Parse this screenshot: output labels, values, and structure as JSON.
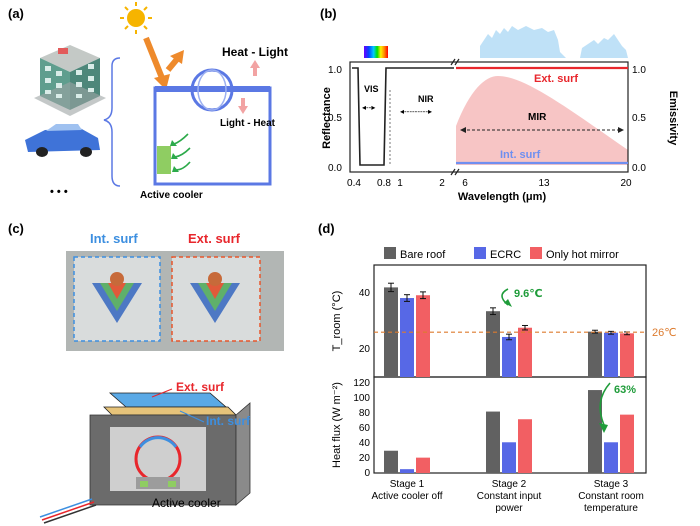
{
  "panel_labels": {
    "a": "(a)",
    "b": "(b)",
    "c": "(c)",
    "d": "(d)"
  },
  "panel_a": {
    "heat_light": "Heat - Light",
    "light_heat": "Light - Heat",
    "active_cooler": "Active cooler",
    "ellipsis": "• • •",
    "colors": {
      "sun": "#f6b400",
      "arrow": "#ee8a2c",
      "box": "#5b78e4",
      "cooler": "#8fcd62",
      "green_arrow": "#2caa4a",
      "pink_arrow": "#f2a3a3"
    }
  },
  "panel_b": {
    "ylabel_left": "Reflectance",
    "ylabel_right": "Emissivity",
    "xlabel": "Wavelength (μm)",
    "region_vis": "VIS",
    "region_nir": "NIR",
    "region_mir": "MIR",
    "ext_label": "Ext. surf",
    "int_label": "Int. surf",
    "colors": {
      "ext": "#e8262c",
      "int": "#6f8ff0",
      "mir_fill": "#f7c5c5",
      "atm": "#bfe1f7"
    }
  },
  "panel_c": {
    "photo_int": "Int. surf",
    "photo_ext": "Ext. surf",
    "diagram_ext": "Ext. surf",
    "diagram_int": "Int. surf",
    "diagram_cooler": "Active cooler",
    "colors": {
      "int": "#3d8fe0",
      "ext": "#e8262c"
    }
  },
  "chart_data": [
    {
      "type": "line",
      "xlabel": "Wavelength (μm)",
      "ylabel": "Reflectance",
      "y2label": "Emissivity",
      "x_ticks": [
        "0.4",
        "0.8",
        "1",
        "2",
        "6",
        "13",
        "20"
      ],
      "y_ticks": [
        "0.0",
        "0.5",
        "1.0"
      ],
      "y2_ticks": [
        "0.0",
        "0.5",
        "1.0"
      ],
      "series": [
        {
          "name": "Ext. surf",
          "x": [
            6,
            20
          ],
          "y": [
            1.0,
            1.0
          ]
        },
        {
          "name": "Int. surf",
          "x": [
            6,
            20
          ],
          "y": [
            0.0,
            0.0
          ]
        }
      ]
    },
    {
      "type": "bar",
      "ylabel": "T_room (°C)",
      "yticks": [
        "20",
        "40"
      ],
      "categories": [
        "Stage 1",
        "Stage 2",
        "Stage 3"
      ],
      "series": [
        {
          "name": "Bare roof",
          "values": [
            42.0,
            33.5,
            26.2
          ],
          "errors": [
            1.5,
            1.2,
            0.5
          ]
        },
        {
          "name": "ECRC",
          "values": [
            38.2,
            24.3,
            25.8
          ],
          "errors": [
            1.2,
            1.0,
            0.5
          ]
        },
        {
          "name": "Only hot mirror",
          "values": [
            39.2,
            27.6,
            25.6
          ],
          "errors": [
            1.2,
            0.8,
            0.5
          ]
        }
      ],
      "ylim": [
        10,
        50
      ],
      "reference_line": {
        "value": 26,
        "label": "26℃"
      },
      "annotation": "9.6℃"
    },
    {
      "type": "bar",
      "ylabel": "Heat flux (W m⁻²)",
      "yticks": [
        "0",
        "20",
        "40",
        "60",
        "80",
        "100",
        "120"
      ],
      "categories": [
        "Stage 1",
        "Stage 2",
        "Stage 3"
      ],
      "category_labels": [
        [
          "Stage 1",
          "Active cooler off"
        ],
        [
          "Stage 2",
          "Constant input",
          "power"
        ],
        [
          "Stage 3",
          "Constant room",
          "temperature"
        ]
      ],
      "series": [
        {
          "name": "Bare roof",
          "values": [
            29,
            80,
            108
          ]
        },
        {
          "name": "ECRC",
          "values": [
            5,
            40,
            40
          ]
        },
        {
          "name": "Only hot mirror",
          "values": [
            20,
            70,
            76
          ]
        }
      ],
      "ylim": [
        0,
        125
      ],
      "annotation": "63%"
    }
  ],
  "legend_colors": [
    "#616161",
    "#5768e6",
    "#f25f63"
  ],
  "ref_line_color": "#dd7b2e",
  "annotation_color": "#1f9c3a"
}
